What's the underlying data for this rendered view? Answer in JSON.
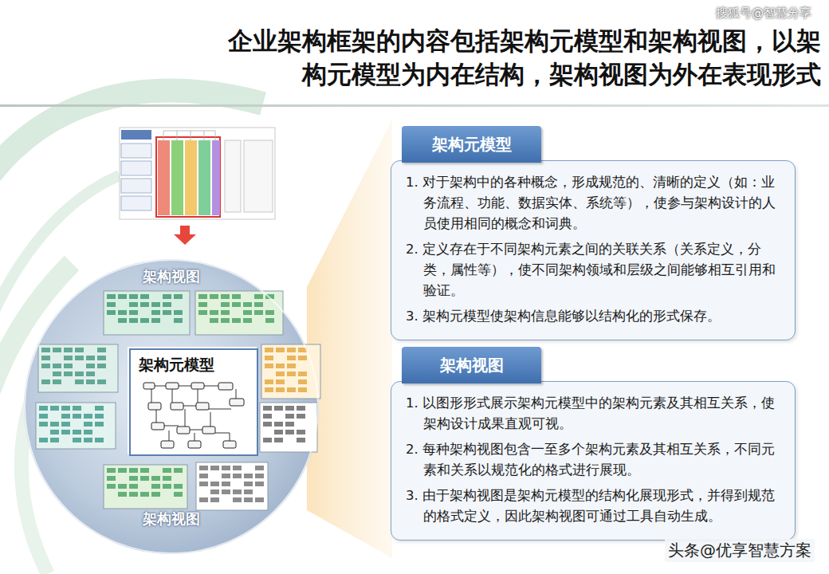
{
  "diagram": {
    "title": "企业架构框架的内容包括架构元模型和架构视图，以架构元模型为内在结构，架构视图为外在表现形式",
    "nodes": [
      {
        "text": [
          "架构元模型",
          "1. 对于架构中的各种概念，形成规范的、清晰的定义（如：业务流程、功能、数据实体、系统等），使参与架构设计的人员使用相同的概念和词典。",
          "2. 定义存在于不同架构元素之间的关联关系（关系定义，分类，属性等），使不同架构领域和层级之间能够相互引用和验证。",
          "3. 架构元模型使架构信息能够以结构化的形式保存。"
        ]
      },
      {
        "text": [
          "架构视图",
          "1. 以图形形式展示架构元模型中的架构元素及其相互关系，使架构设计成果直观可视。",
          "2. 每种架构视图包含一至多个架构元素及其相互关系，不同元素和关系以规范化的格式进行展现。",
          "3. 由于架构视图是架构元模型的结构化展现形式，并得到规范的格式定义，因此架构视图可通过工具自动生成。"
        ]
      },
      {
        "text": [
          "架构视图",
          "架构视图"
        ]
      },
      {
        "text": [
          "架构元模型"
        ],
        "in": 2
      }
    ],
    "labels": [
      "搜狐号@智慧分享",
      "头条@优享智慧方案"
    ]
  }
}
